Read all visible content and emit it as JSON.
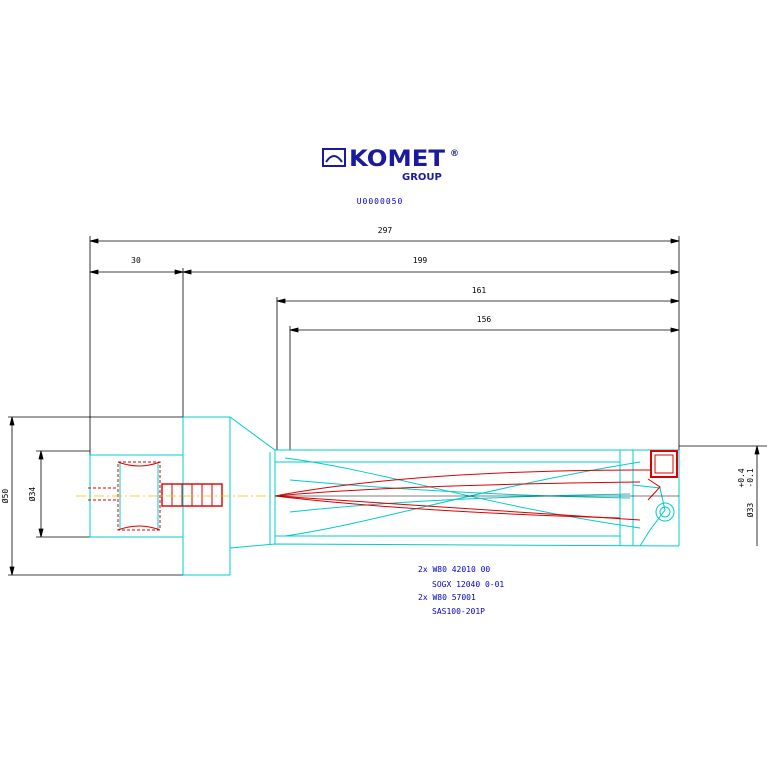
{
  "logo": {
    "brand": "KOMET",
    "registered": "®",
    "sub": "GROUP"
  },
  "article_code": "U0000050",
  "dimensions": {
    "overall_length": "297",
    "shank_length": "30",
    "body_length": "199",
    "flute_length_1": "161",
    "flute_length_2": "156",
    "shank_diameter": "Ø34",
    "flange_diameter": "Ø50",
    "bore_diameter": "Ø33",
    "bore_tolerance_upper": "+0.4",
    "bore_tolerance_lower": "-0.1"
  },
  "parts_list": [
    "2x W80 42010 00",
    "SOGX 12040 0-01",
    "2x W80 57001",
    "SAS100-201P"
  ],
  "colors": {
    "outline": "#00cccc",
    "insert": "#dd0000",
    "dimension": "#000000",
    "text": "#0000cc",
    "axis": "#e8c800"
  }
}
